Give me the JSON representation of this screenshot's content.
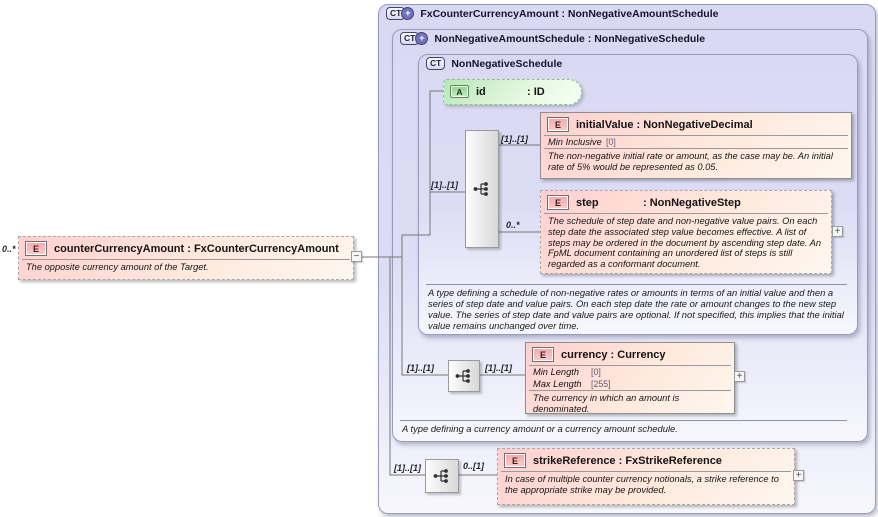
{
  "palette": {
    "complex_type_fill": "#dcdcf5",
    "element_fill": "#ffd2d2",
    "attribute_fill": "#bfe9bf",
    "connector_fill": "#e6e6e6",
    "wire": "#777777"
  },
  "source": {
    "cardinality": "0..*",
    "icon": "E",
    "title": "counterCurrencyAmount : FxCounterCurrencyAmount",
    "annotation": "The opposite currency amount of the Target.",
    "collapse_glyph": "−"
  },
  "root_type": {
    "icon": "CT",
    "plus_glyph": "+",
    "title": "FxCounterCurrencyAmount : NonNegativeAmountSchedule"
  },
  "amount_schedule_type": {
    "icon": "CT",
    "plus_glyph": "+",
    "title": "NonNegativeAmountSchedule : NonNegativeSchedule",
    "annotation": "A type defining a currency amount or a currency amount schedule."
  },
  "schedule_type": {
    "icon": "CT",
    "title": "NonNegativeSchedule",
    "annotation": "A type defining a schedule of non-negative rates or amounts in terms of an initial value and then a series of step date and value pairs. On each step date the rate or amount changes to the new step value. The series of step date and value pairs are optional. If not specified, this implies that the initial value remains unchanged over time."
  },
  "attribute_id": {
    "icon": "A",
    "name": "id",
    "type": ": ID"
  },
  "sequence": {
    "in_cardinality": "[1]..[1]"
  },
  "initial_value": {
    "icon": "E",
    "cardinality": "[1]..[1]",
    "title": "initialValue : NonNegativeDecimal",
    "facets": [
      {
        "name": "Min Inclusive",
        "value": "[0]"
      }
    ],
    "annotation": "The non-negative initial rate or amount, as the case may be. An initial rate of 5% would be represented as 0.05."
  },
  "step": {
    "icon": "E",
    "cardinality": "0..*",
    "name": "step",
    "type": ": NonNegativeStep",
    "annotation": "The schedule of step date and non-negative value pairs. On each step date the associated step value becomes effective. A list of steps may be ordered in the document by ascending step date. An FpML document containing an unordered list of steps is still regarded as a conformant document.",
    "expand_glyph": "+"
  },
  "currency": {
    "icon": "E",
    "in_cardinality": "[1]..[1]",
    "out_cardinality": "[1]..[1]",
    "title": "currency : Currency",
    "facets": [
      {
        "name": "Min Length",
        "value": "[0]"
      },
      {
        "name": "Max Length",
        "value": "[255]"
      }
    ],
    "annotation": "The currency in which an amount is denominated.",
    "expand_glyph": "+"
  },
  "strike_reference": {
    "icon": "E",
    "in_cardinality": "[1]..[1]",
    "out_cardinality": "0..[1]",
    "title": "strikeReference : FxStrikeReference",
    "annotation": "In case of multiple counter currency notionals, a strike reference to the appropriate strike may be provided.",
    "expand_glyph": "+"
  }
}
